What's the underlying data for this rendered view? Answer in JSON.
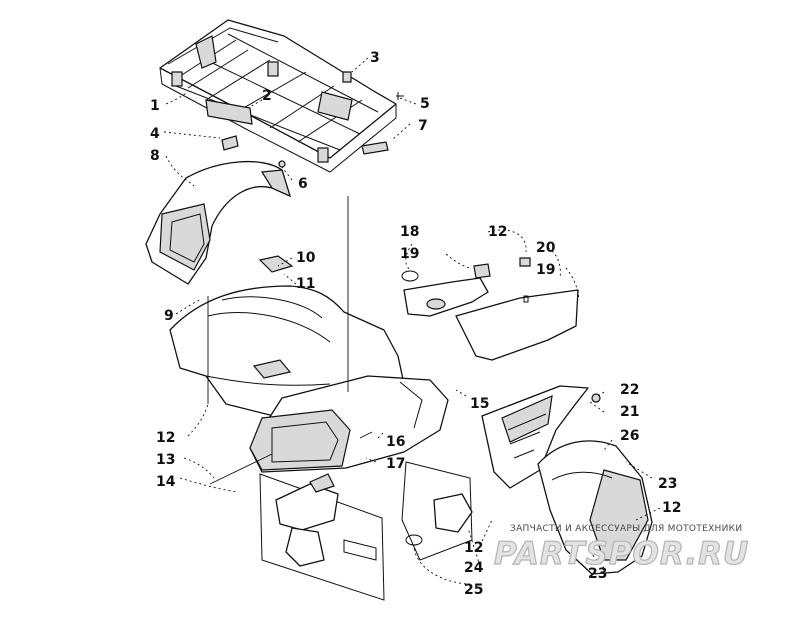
{
  "diagram": {
    "callouts": [
      "1",
      "2",
      "3",
      "4",
      "5",
      "6",
      "7",
      "8",
      "9",
      "10",
      "11",
      "12",
      "13",
      "14",
      "15",
      "16",
      "17",
      "18",
      "19",
      "20",
      "21",
      "22",
      "23",
      "24",
      "25",
      "26"
    ]
  },
  "watermark": {
    "caption": "ЗАПЧАСТИ И АКСЕССУАРЫ ДЛЯ МОТОТЕХНИКИ",
    "logo": "PARTSPOR.RU"
  }
}
